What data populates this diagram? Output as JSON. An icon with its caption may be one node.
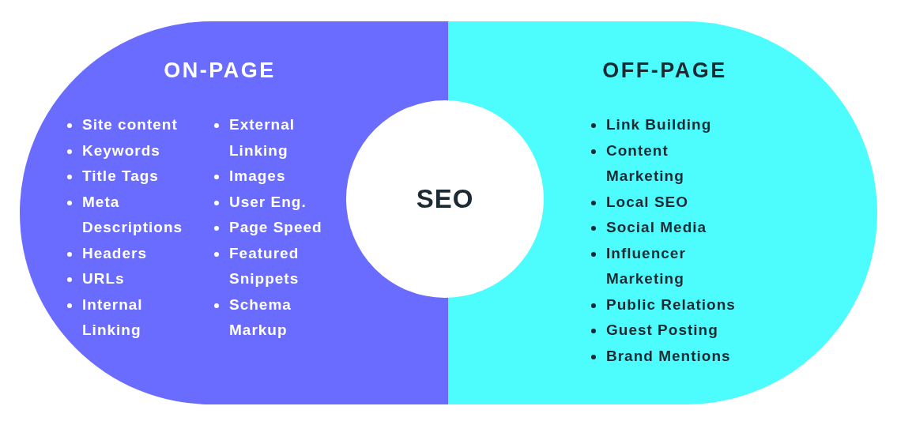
{
  "diagram": {
    "nodes": [
      {
        "text": [
          "ON-PAGE",
          "Site content",
          "Keywords",
          "Title Tags",
          "Meta Descriptions",
          "Headers",
          "URLs",
          "Internal Linking",
          "External Linking",
          "Images",
          "User Eng.",
          "Page Speed",
          "Featured Snippets",
          "Schema Markup"
        ]
      },
      {
        "text": [
          "OFF-PAGE",
          "Link Building",
          "Content Marketing",
          "Local SEO",
          "Social Media",
          "Influencer Marketing",
          "Public Relations",
          "Guest Posting",
          "Brand Mentions"
        ]
      },
      {
        "text": [
          "SEO"
        ]
      }
    ]
  }
}
